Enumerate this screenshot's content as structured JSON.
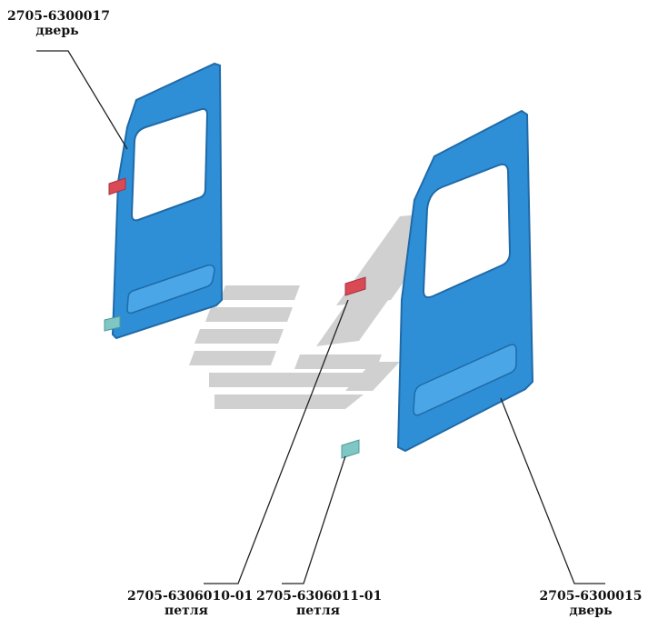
{
  "callouts": [
    {
      "code": "2705-6300017",
      "name": "дверь"
    },
    {
      "code": "2705-6306010-01",
      "name": "петля"
    },
    {
      "code": "2705-6306011-01",
      "name": "петля"
    },
    {
      "code": "2705-6300015",
      "name": "дверь"
    }
  ],
  "colors": {
    "door": "#2f8fd6",
    "door_edge": "#1f6aa8",
    "window": "#ffffff",
    "hinge_upper": "#d94a55",
    "hinge_lower": "#7fc7c4",
    "watermark": "#c9c9c9",
    "leader": "#222222"
  }
}
